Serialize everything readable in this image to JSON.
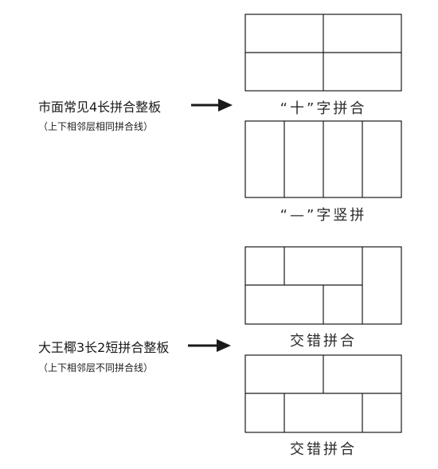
{
  "groups": [
    {
      "title": "市面常见4长拼合整板",
      "note": "（上下相邻层相同拼合线）"
    },
    {
      "title": "大王椰3长2短拼合整板",
      "note": "（上下相邻层不同拼合线）"
    }
  ],
  "captions": [
    "“十”字拼合",
    "“—”字竖拼",
    "交错拼合",
    "交错拼合"
  ]
}
